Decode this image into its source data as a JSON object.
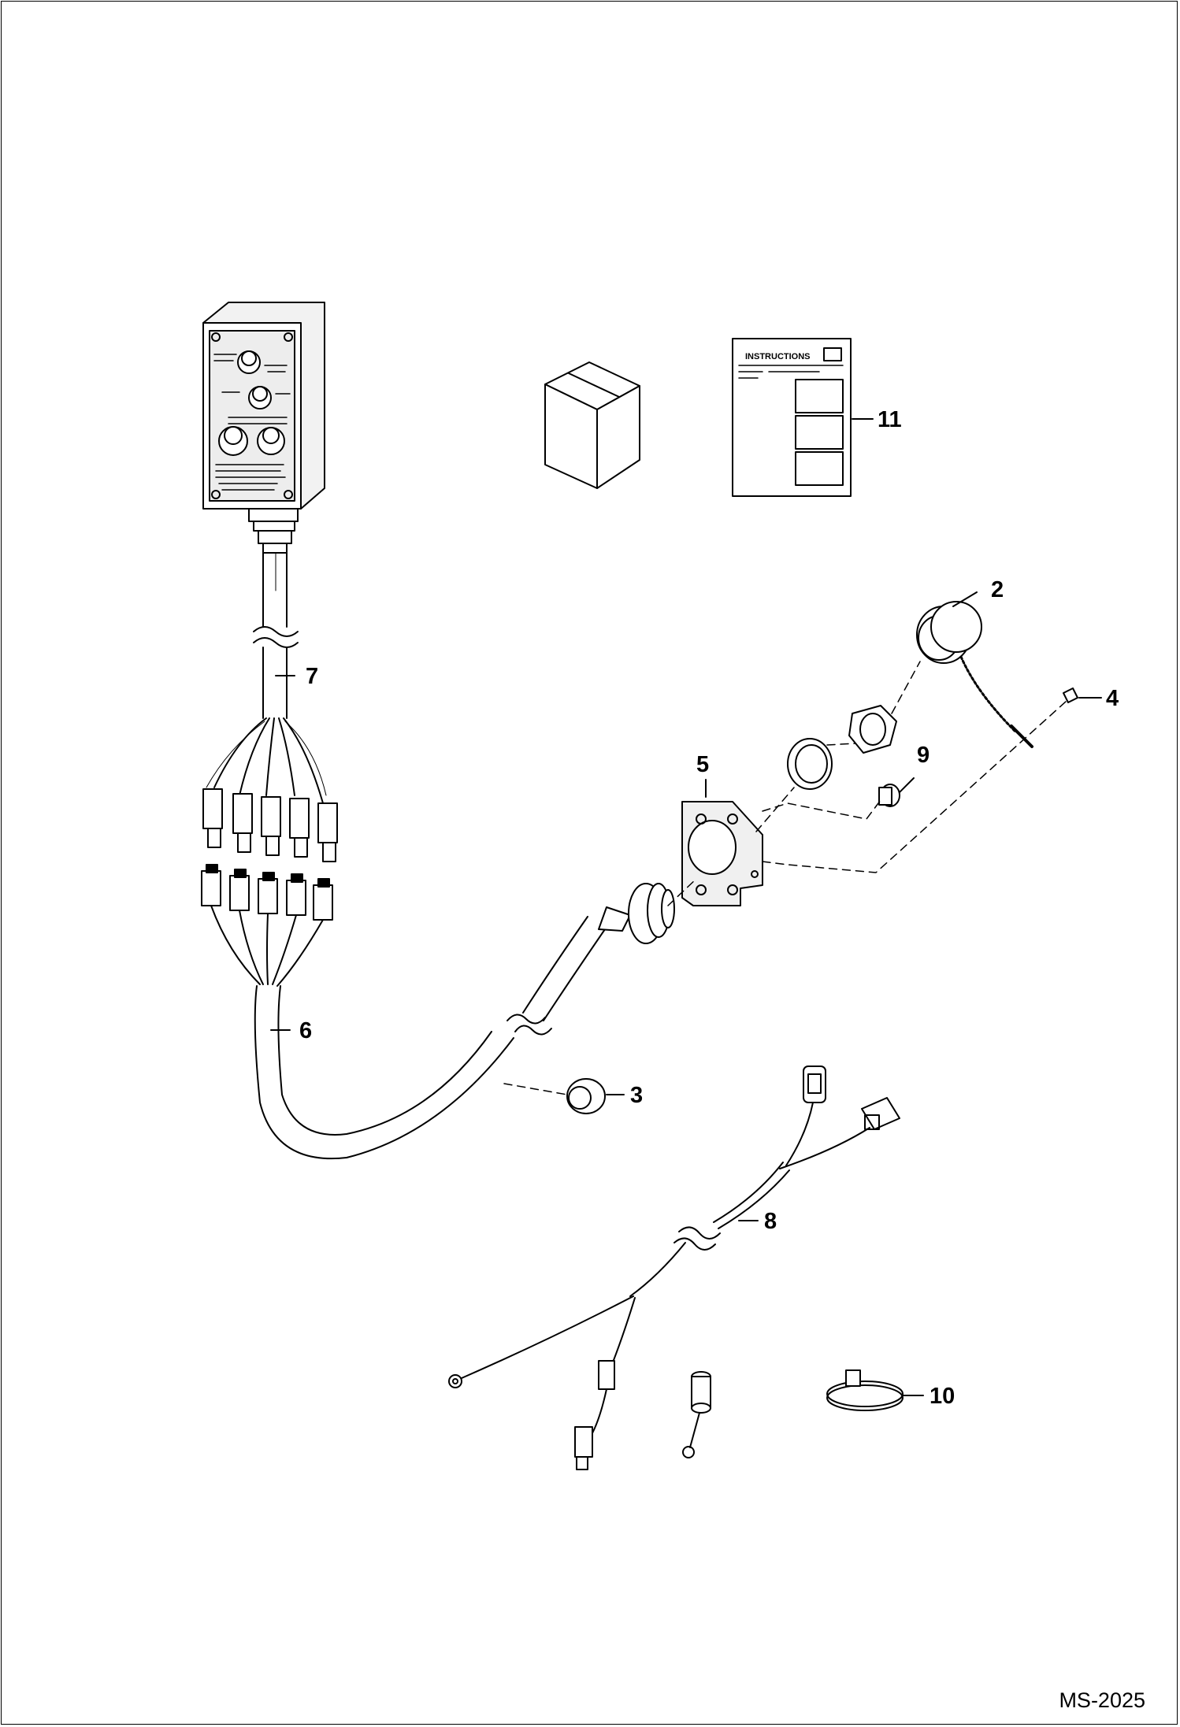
{
  "figure_id": "MS-2025",
  "instructions_sheet": {
    "title": "INSTRUCTIONS"
  },
  "callouts": [
    "2",
    "3",
    "4",
    "5",
    "6",
    "7",
    "8",
    "9",
    "10",
    "11"
  ]
}
